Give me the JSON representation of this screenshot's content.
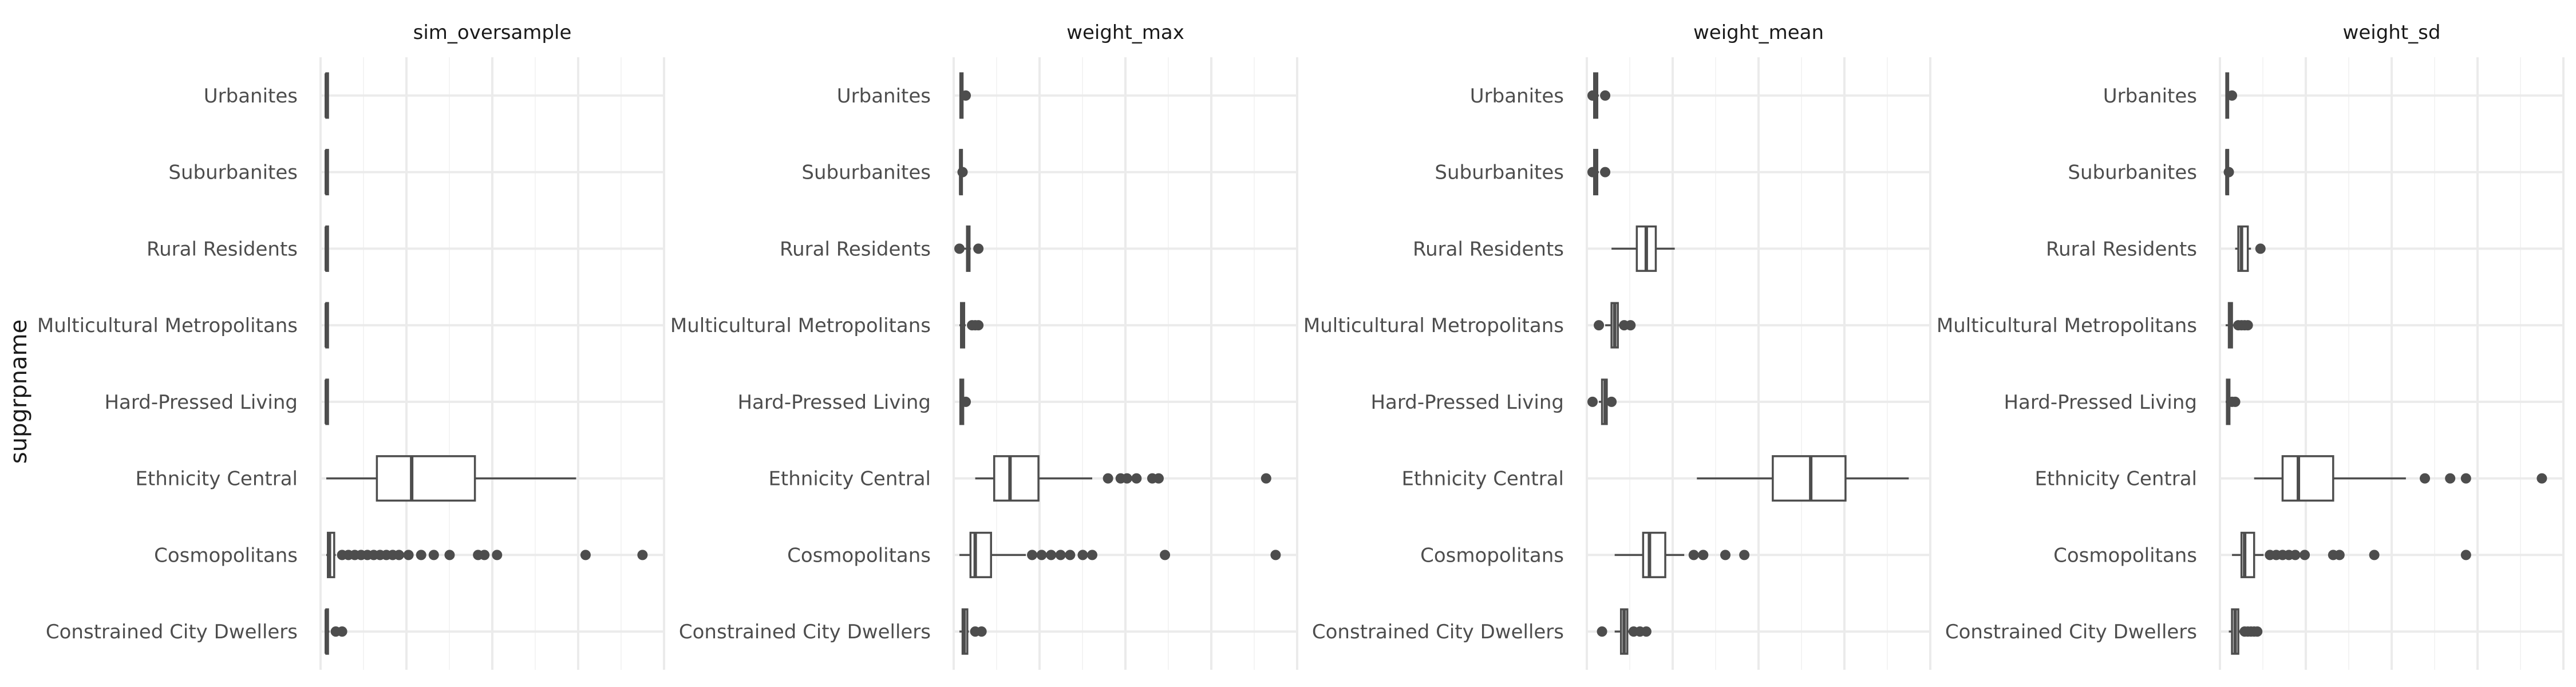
{
  "chart_data": {
    "type": "boxplot",
    "layout": "faceted horizontal boxplots, free x scales",
    "ylabel": "supgrpname",
    "xlabel": "",
    "grid": true,
    "categories": [
      "Urbanites",
      "Suburbanites",
      "Rural Residents",
      "Multicultural Metropolitans",
      "Hard-Pressed Living",
      "Ethnicity Central",
      "Cosmopolitans",
      "Constrained City Dwellers"
    ],
    "facets": [
      {
        "name": "sim_oversample",
        "xlim": [
          0,
          1.05
        ],
        "boxes": [
          {
            "category": "Urbanites",
            "min": 0,
            "q1": 0,
            "median": 0,
            "q3": 0,
            "max": 0.003,
            "outliers": []
          },
          {
            "category": "Suburbanites",
            "min": 0,
            "q1": 0,
            "median": 0,
            "q3": 0,
            "max": 0.003,
            "outliers": []
          },
          {
            "category": "Rural Residents",
            "min": 0,
            "q1": 0,
            "median": 0,
            "q3": 0,
            "max": 0.003,
            "outliers": []
          },
          {
            "category": "Multicultural Metropolitans",
            "min": 0,
            "q1": 0,
            "median": 0,
            "q3": 0,
            "max": 0.003,
            "outliers": []
          },
          {
            "category": "Hard-Pressed Living",
            "min": 0,
            "q1": 0,
            "median": 0,
            "q3": 0,
            "max": 0.003,
            "outliers": []
          },
          {
            "category": "Ethnicity Central",
            "min": 0.0,
            "q1": 0.16,
            "median": 0.27,
            "q3": 0.47,
            "max": 0.79,
            "outliers": []
          },
          {
            "category": "Cosmopolitans",
            "min": 0.0,
            "q1": 0.005,
            "median": 0.01,
            "q3": 0.025,
            "max": 0.03,
            "outliers": [
              0.05,
              0.07,
              0.09,
              0.11,
              0.13,
              0.15,
              0.17,
              0.19,
              0.21,
              0.23,
              0.26,
              0.3,
              0.34,
              0.39,
              0.48,
              0.5,
              0.54,
              0.82,
              1.0
            ]
          },
          {
            "category": "Constrained City Dwellers",
            "min": 0,
            "q1": 0,
            "median": 0,
            "q3": 0.005,
            "max": 0.01,
            "outliers": [
              0.03,
              0.05
            ]
          }
        ]
      },
      {
        "name": "weight_max",
        "xlim": [
          0,
          1.05
        ],
        "boxes": [
          {
            "category": "Urbanites",
            "min": 0,
            "q1": 0.003,
            "median": 0.006,
            "q3": 0.01,
            "max": 0.012,
            "outliers": [
              0.02
            ]
          },
          {
            "category": "Suburbanites",
            "min": 0,
            "q1": 0.002,
            "median": 0.004,
            "q3": 0.008,
            "max": 0.01,
            "outliers": [
              0.01
            ]
          },
          {
            "category": "Rural Residents",
            "min": 0,
            "q1": 0.024,
            "median": 0.027,
            "q3": 0.032,
            "max": 0.036,
            "outliers": [
              0.0,
              0.06
            ]
          },
          {
            "category": "Multicultural Metropolitans",
            "min": 0,
            "q1": 0.005,
            "median": 0.01,
            "q3": 0.015,
            "max": 0.02,
            "outliers": [
              0.04,
              0.05,
              0.06
            ]
          },
          {
            "category": "Hard-Pressed Living",
            "min": 0,
            "q1": 0.003,
            "median": 0.007,
            "q3": 0.012,
            "max": 0.015,
            "outliers": [
              0.02
            ]
          },
          {
            "category": "Ethnicity Central",
            "min": 0.05,
            "q1": 0.11,
            "median": 0.16,
            "q3": 0.25,
            "max": 0.42,
            "outliers": [
              0.47,
              0.51,
              0.53,
              0.56,
              0.61,
              0.63,
              0.97
            ]
          },
          {
            "category": "Cosmopolitans",
            "min": 0.0,
            "q1": 0.035,
            "median": 0.05,
            "q3": 0.1,
            "max": 0.21,
            "outliers": [
              0.23,
              0.26,
              0.29,
              0.32,
              0.35,
              0.39,
              0.42,
              0.65,
              1.0
            ]
          },
          {
            "category": "Constrained City Dwellers",
            "min": 0,
            "q1": 0.01,
            "median": 0.015,
            "q3": 0.025,
            "max": 0.03,
            "outliers": [
              0.05,
              0.07
            ]
          }
        ]
      },
      {
        "name": "weight_mean",
        "xlim": [
          0,
          1.05
        ],
        "boxes": [
          {
            "category": "Urbanites",
            "min": 0,
            "q1": 0.005,
            "median": 0.01,
            "q3": 0.015,
            "max": 0.02,
            "outliers": [
              0.0,
              0.04
            ]
          },
          {
            "category": "Suburbanites",
            "min": 0,
            "q1": 0.005,
            "median": 0.01,
            "q3": 0.015,
            "max": 0.02,
            "outliers": [
              0.0,
              0.04
            ]
          },
          {
            "category": "Rural Residents",
            "min": 0.06,
            "q1": 0.14,
            "median": 0.17,
            "q3": 0.2,
            "max": 0.26,
            "outliers": []
          },
          {
            "category": "Multicultural Metropolitans",
            "min": 0.04,
            "q1": 0.06,
            "median": 0.07,
            "q3": 0.08,
            "max": 0.09,
            "outliers": [
              0.02,
              0.1,
              0.12
            ]
          },
          {
            "category": "Hard-Pressed Living",
            "min": 0.02,
            "q1": 0.03,
            "median": 0.04,
            "q3": 0.045,
            "max": 0.05,
            "outliers": [
              0.0,
              0.06
            ]
          },
          {
            "category": "Ethnicity Central",
            "min": 0.33,
            "q1": 0.57,
            "median": 0.69,
            "q3": 0.8,
            "max": 1.0,
            "outliers": []
          },
          {
            "category": "Cosmopolitans",
            "min": 0.07,
            "q1": 0.16,
            "median": 0.18,
            "q3": 0.23,
            "max": 0.29,
            "outliers": [
              0.32,
              0.35,
              0.42,
              0.48
            ]
          },
          {
            "category": "Constrained City Dwellers",
            "min": 0.07,
            "q1": 0.09,
            "median": 0.1,
            "q3": 0.11,
            "max": 0.12,
            "outliers": [
              0.03,
              0.13,
              0.15,
              0.17
            ]
          }
        ]
      },
      {
        "name": "weight_sd",
        "xlim": [
          0,
          1.05
        ],
        "boxes": [
          {
            "category": "Urbanites",
            "min": 0,
            "q1": 0.002,
            "median": 0.005,
            "q3": 0.008,
            "max": 0.01,
            "outliers": [
              0.02
            ]
          },
          {
            "category": "Suburbanites",
            "min": 0,
            "q1": 0.002,
            "median": 0.004,
            "q3": 0.008,
            "max": 0.01,
            "outliers": [
              0.01
            ]
          },
          {
            "category": "Rural Residents",
            "min": 0.03,
            "q1": 0.04,
            "median": 0.05,
            "q3": 0.07,
            "max": 0.08,
            "outliers": [
              0.11
            ]
          },
          {
            "category": "Multicultural Metropolitans",
            "min": 0,
            "q1": 0.01,
            "median": 0.015,
            "q3": 0.02,
            "max": 0.03,
            "outliers": [
              0.04,
              0.05,
              0.06,
              0.07
            ]
          },
          {
            "category": "Hard-Pressed Living",
            "min": 0,
            "q1": 0.004,
            "median": 0.008,
            "q3": 0.012,
            "max": 0.015,
            "outliers": [
              0.02,
              0.03
            ]
          },
          {
            "category": "Ethnicity Central",
            "min": 0.09,
            "q1": 0.18,
            "median": 0.23,
            "q3": 0.34,
            "max": 0.57,
            "outliers": [
              0.63,
              0.71,
              0.76,
              1.0
            ]
          },
          {
            "category": "Cosmopolitans",
            "min": 0.02,
            "q1": 0.05,
            "median": 0.06,
            "q3": 0.09,
            "max": 0.12,
            "outliers": [
              0.14,
              0.16,
              0.18,
              0.2,
              0.22,
              0.25,
              0.34,
              0.36,
              0.47,
              0.76
            ]
          },
          {
            "category": "Constrained City Dwellers",
            "min": 0.01,
            "q1": 0.02,
            "median": 0.03,
            "q3": 0.04,
            "max": 0.05,
            "outliers": [
              0.06,
              0.07,
              0.08,
              0.09,
              0.1
            ]
          }
        ]
      }
    ]
  }
}
